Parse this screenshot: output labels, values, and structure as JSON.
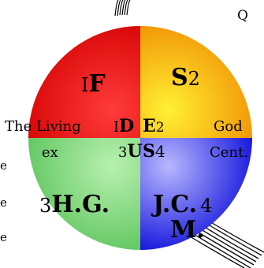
{
  "corner_text": "Q",
  "edge_fragments": [
    "e",
    "e",
    "e"
  ],
  "quadrants": {
    "top_left": {
      "label": "F",
      "number": "I",
      "color_inner": "#ff3b3b",
      "color_outer": "#d40000"
    },
    "top_right": {
      "label": "S",
      "number": "2",
      "color_inner": "#fff033",
      "color_outer": "#f08a00"
    },
    "bottom_left": {
      "label": "H.G.",
      "number": "3",
      "color_inner": "#b8f0b0",
      "color_outer": "#57c257"
    },
    "bottom_right": {
      "label_line1": "J.C.",
      "label_line2": "M.",
      "number": "4",
      "color_inner": "#b8b8ff",
      "color_outer": "#0000d8"
    }
  },
  "center": {
    "tl": {
      "number": "I",
      "letter": "D"
    },
    "tr": {
      "letter": "E",
      "number": "2"
    },
    "bl": {
      "number": "3",
      "letter": "U"
    },
    "br": {
      "letter": "S",
      "number": "4"
    }
  },
  "side_labels": {
    "top_left": "The Living",
    "top_right": "God",
    "bottom_left": "ex",
    "bottom_right": "Cent."
  }
}
